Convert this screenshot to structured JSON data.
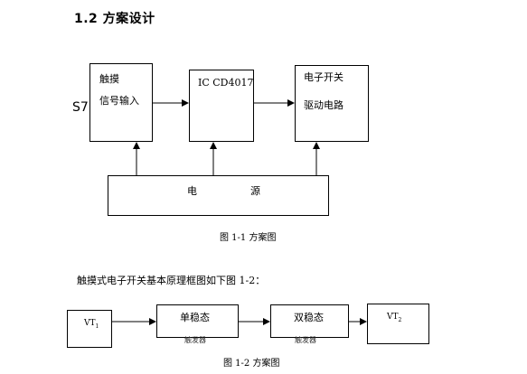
{
  "section": {
    "title": "1.2 方案设计"
  },
  "diagram1": {
    "touch_box_line1": "触摸",
    "touch_box_line2": "信号输入",
    "ic_box": "IC CD4017",
    "switch_box_line1": "电子开关",
    "switch_box_line2": "驱动电路",
    "power_box_char1": "电",
    "power_box_char2": "源",
    "side_mark": "S7",
    "caption": "图 1-1   方案图"
  },
  "paragraph": {
    "text": "触摸式电子开关基本原理框图如下图 1-2："
  },
  "diagram2": {
    "vt1_label": "VT",
    "vt1_sub": "1",
    "mono_label": "单稳态",
    "mono_sub": "触发器",
    "bi_label": "双稳态",
    "bi_sub": "触发器",
    "vt2_label": "VT",
    "vt2_sub": "2",
    "caption": "图 1-2  方案图"
  }
}
